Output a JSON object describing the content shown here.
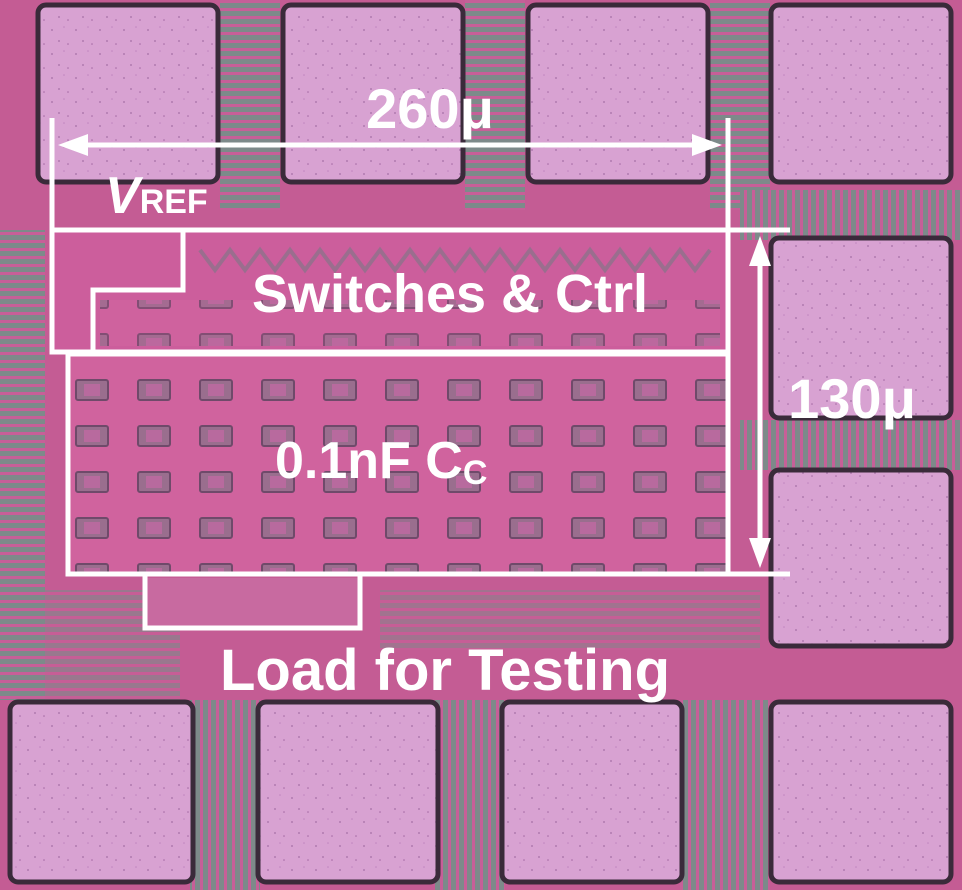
{
  "annotations": {
    "width_dimension": "260μ",
    "height_dimension": "130μ",
    "vref_label": {
      "main": "V",
      "sub": "REF"
    },
    "switches_label": "Switches & Ctrl",
    "capacitor_label": {
      "main": "0.1nF C",
      "sub": "C"
    },
    "load_label": "Load for Testing"
  },
  "colors": {
    "die_background": "#c25a92",
    "bond_pad": "#d79fd0",
    "pad_border": "#3a2a3a",
    "annotation": "#ffffff"
  }
}
